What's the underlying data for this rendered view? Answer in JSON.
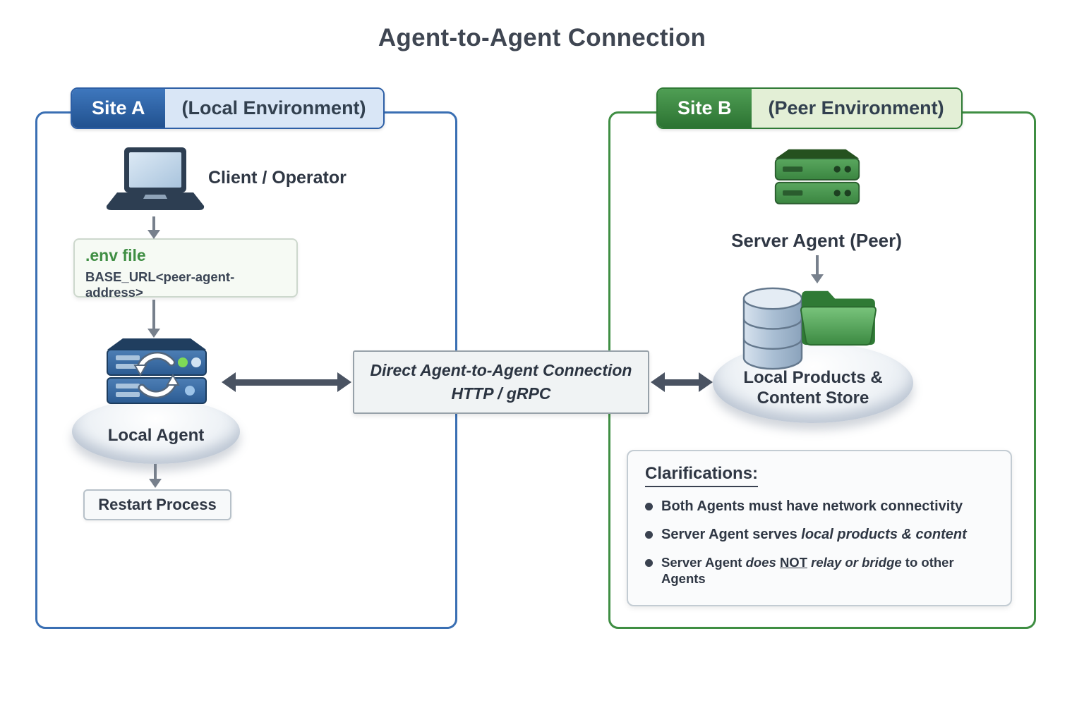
{
  "title": "Agent-to-Agent Connection",
  "site_a": {
    "tab": {
      "label": "Site A",
      "sublabel": "(Local Environment)"
    },
    "client_label": "Client / Operator",
    "env_file": {
      "title": ".env file",
      "value": "BASE_URL<peer-agent-address>"
    },
    "local_agent_label": "Local Agent",
    "restart_label": "Restart Process"
  },
  "connection": {
    "line1": "Direct Agent-to-Agent Connection",
    "line2": "HTTP / gRPC"
  },
  "site_b": {
    "tab": {
      "label": "Site B",
      "sublabel": "(Peer Environment)"
    },
    "server_label": "Server Agent (Peer)",
    "store_label": {
      "line1": "Local Products &",
      "line2": "Content Store"
    },
    "clarifications": {
      "title": "Clarifications:",
      "bullet1": "Both Agents must have network connectivity",
      "bullet2": {
        "s1": "Server Agent serves ",
        "s2": "local products & content"
      },
      "bullet3": {
        "s1": "Server Agent ",
        "s2": "does ",
        "s3": "NOT",
        "s4": " relay or bridge",
        "s5": " to other Agents"
      }
    }
  },
  "icons": {
    "laptop": "laptop-icon",
    "local_agent": "server-stack-refresh-icon",
    "peer_server": "green-server-stack-icon",
    "database": "database-cylinder-icon",
    "folder": "folder-icon",
    "down_arrow": "down-arrow-icon",
    "double_arrow": "double-headed-arrow-icon"
  },
  "colors": {
    "site_a_accent": "#3a6fb3",
    "site_a_tab_fill": "#21518f",
    "site_a_tab_light": "#d9e6f6",
    "site_b_accent": "#3f8e43",
    "site_b_tab_fill": "#2c7332",
    "site_b_tab_light": "#e3efd6",
    "env_green": "#3f8e43",
    "arrow_gray": "#77808c",
    "arrow_dark": "#4a5362",
    "text_dark": "#2f3744"
  }
}
